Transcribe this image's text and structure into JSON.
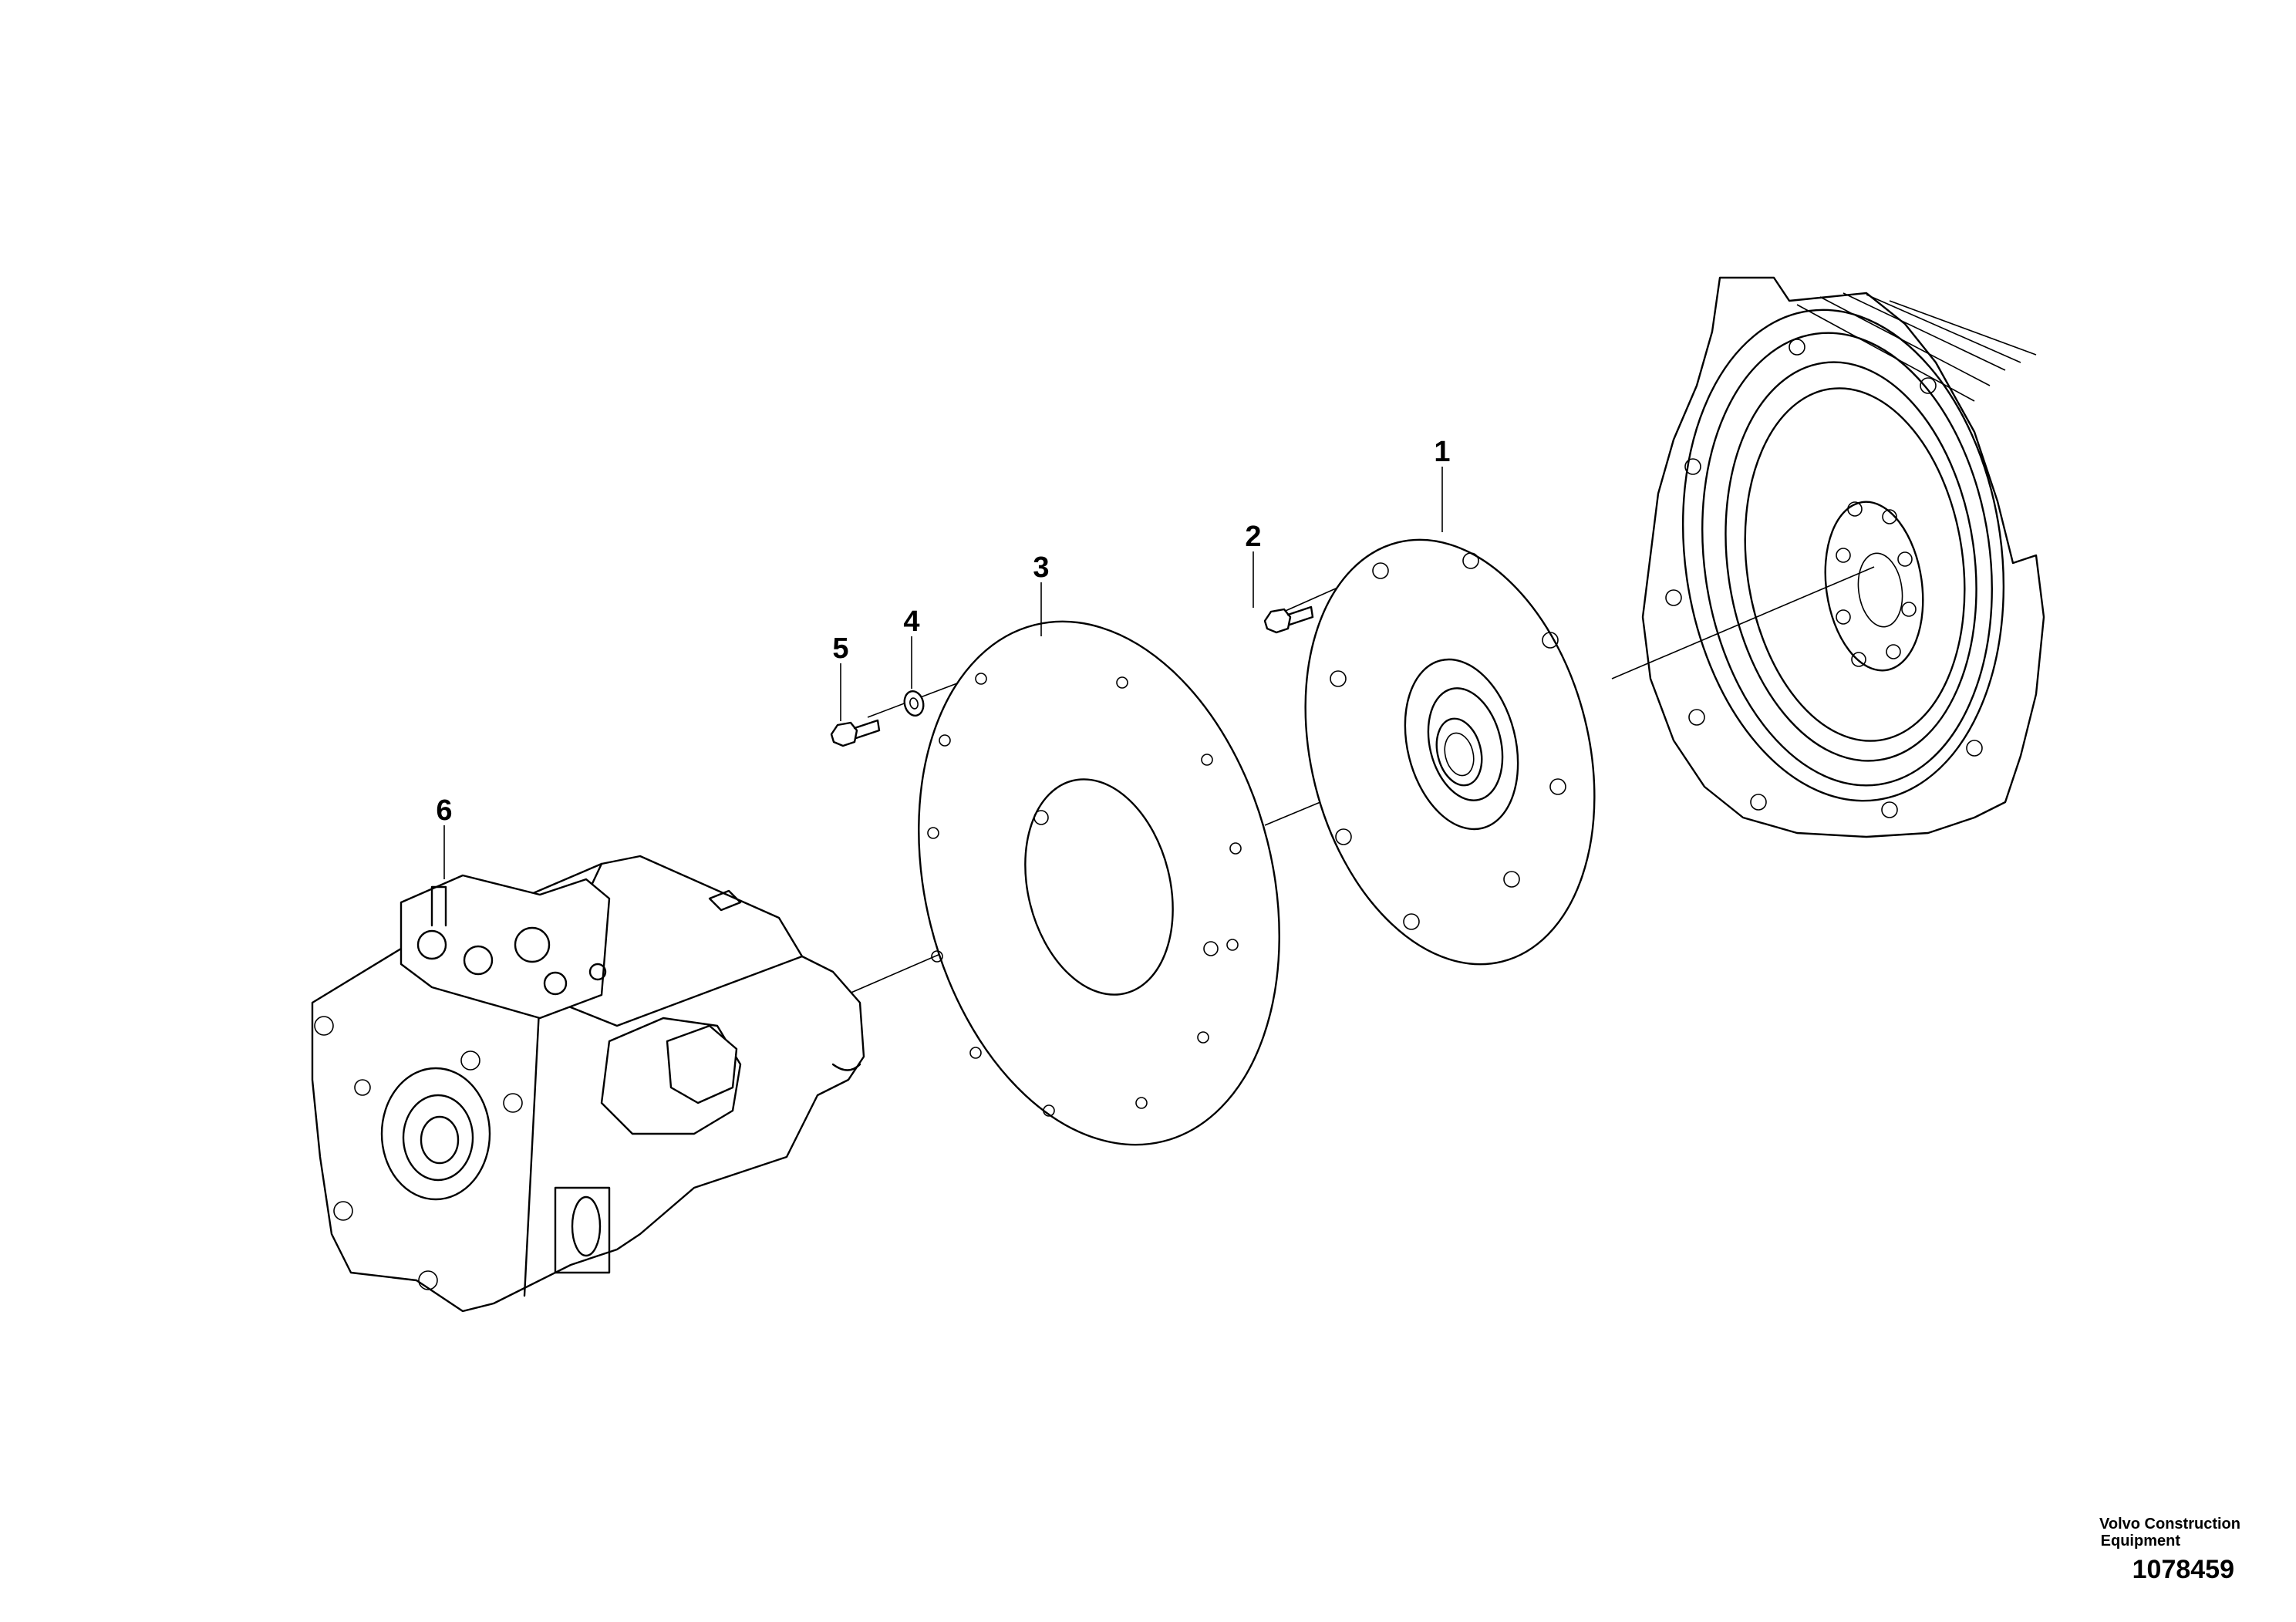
{
  "callouts": [
    {
      "id": "1",
      "label": "1",
      "part": "flex-plate"
    },
    {
      "id": "2",
      "label": "2",
      "part": "flange-screw"
    },
    {
      "id": "3",
      "label": "3",
      "part": "adapter-plate"
    },
    {
      "id": "4",
      "label": "4",
      "part": "washer"
    },
    {
      "id": "5",
      "label": "5",
      "part": "screw"
    },
    {
      "id": "6",
      "label": "6",
      "part": "hydraulic-pump"
    }
  ],
  "footer": {
    "publisher_line1": "Volvo Construction",
    "publisher_line2": "Equipment",
    "drawing_number": "1078459"
  }
}
